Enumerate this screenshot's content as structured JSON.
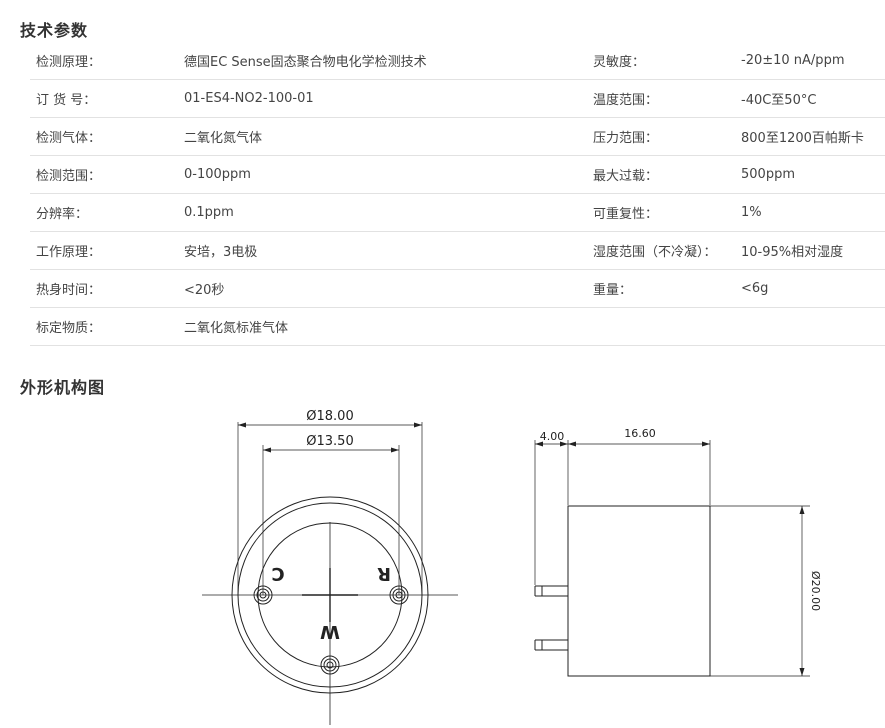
{
  "specs": {
    "title": "技术参数",
    "rows": [
      {
        "label1": "检测原理：",
        "value1": "德国EC Sense固态聚合物电化学检测技术",
        "label2": "灵敏度：",
        "value2": "-20±10 nA/ppm"
      },
      {
        "label1": "订 货 号：",
        "value1": "01-ES4-NO2-100-01",
        "label2": "温度范围：",
        "value2": "-40C至50°C"
      },
      {
        "label1": "检测气体：",
        "value1": "二氧化氮气体",
        "label2": "压力范围：",
        "value2": "800至1200百帕斯卡"
      },
      {
        "label1": "检测范围：",
        "value1": "0-100ppm",
        "label2": "最大过载：",
        "value2": "500ppm"
      },
      {
        "label1": "分辨率：",
        "value1": "0.1ppm",
        "label2": "可重复性：",
        "value2": "1%"
      },
      {
        "label1": "工作原理：",
        "value1": "安培，3电极",
        "label2": "湿度范围（不冷凝）：",
        "value2": "10-95%相对湿度"
      },
      {
        "label1": "热身时间：",
        "value1": "<20秒",
        "label2": "重量：",
        "value2": "<6g"
      },
      {
        "label1": "标定物质：",
        "value1": "二氧化氮标准气体",
        "label2": "",
        "value2": ""
      }
    ]
  },
  "drawing": {
    "title": "外形机构图",
    "front_view": {
      "outer_dim": "Ø18.00",
      "inner_dim": "Ø13.50",
      "pins": [
        "C",
        "R",
        "W"
      ]
    },
    "side_view": {
      "pin_length": "4.00",
      "body_length": "16.60",
      "diameter": "Ø20.00"
    }
  }
}
